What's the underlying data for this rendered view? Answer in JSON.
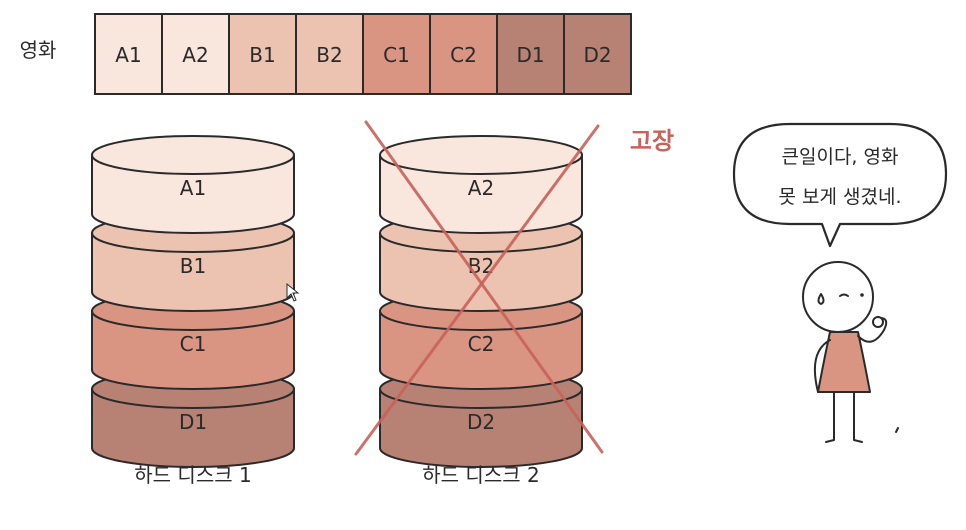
{
  "movie_label": "영화",
  "blocks": [
    {
      "label": "A1",
      "color": "#f9e7de"
    },
    {
      "label": "A2",
      "color": "#f9e7de"
    },
    {
      "label": "B1",
      "color": "#ecc3b0"
    },
    {
      "label": "B2",
      "color": "#ecc3b0"
    },
    {
      "label": "C1",
      "color": "#d99582"
    },
    {
      "label": "C2",
      "color": "#d99582"
    },
    {
      "label": "D1",
      "color": "#b78274"
    },
    {
      "label": "D2",
      "color": "#b78274"
    }
  ],
  "disks": [
    {
      "label": "하드 디스크 1",
      "segments": [
        "A1",
        "B1",
        "C1",
        "D1"
      ],
      "failed": false
    },
    {
      "label": "하드 디스크 2",
      "segments": [
        "A2",
        "B2",
        "C2",
        "D2"
      ],
      "failed": true
    }
  ],
  "segment_colors": [
    "#f9e7de",
    "#ecc3b0",
    "#d99582",
    "#b78274"
  ],
  "failure_label": "고장",
  "failure_color": "#c8625a",
  "speech": {
    "line1": "큰일이다, 영화",
    "line2": "못 보게 생겼네."
  },
  "figure_color": "#d99582"
}
